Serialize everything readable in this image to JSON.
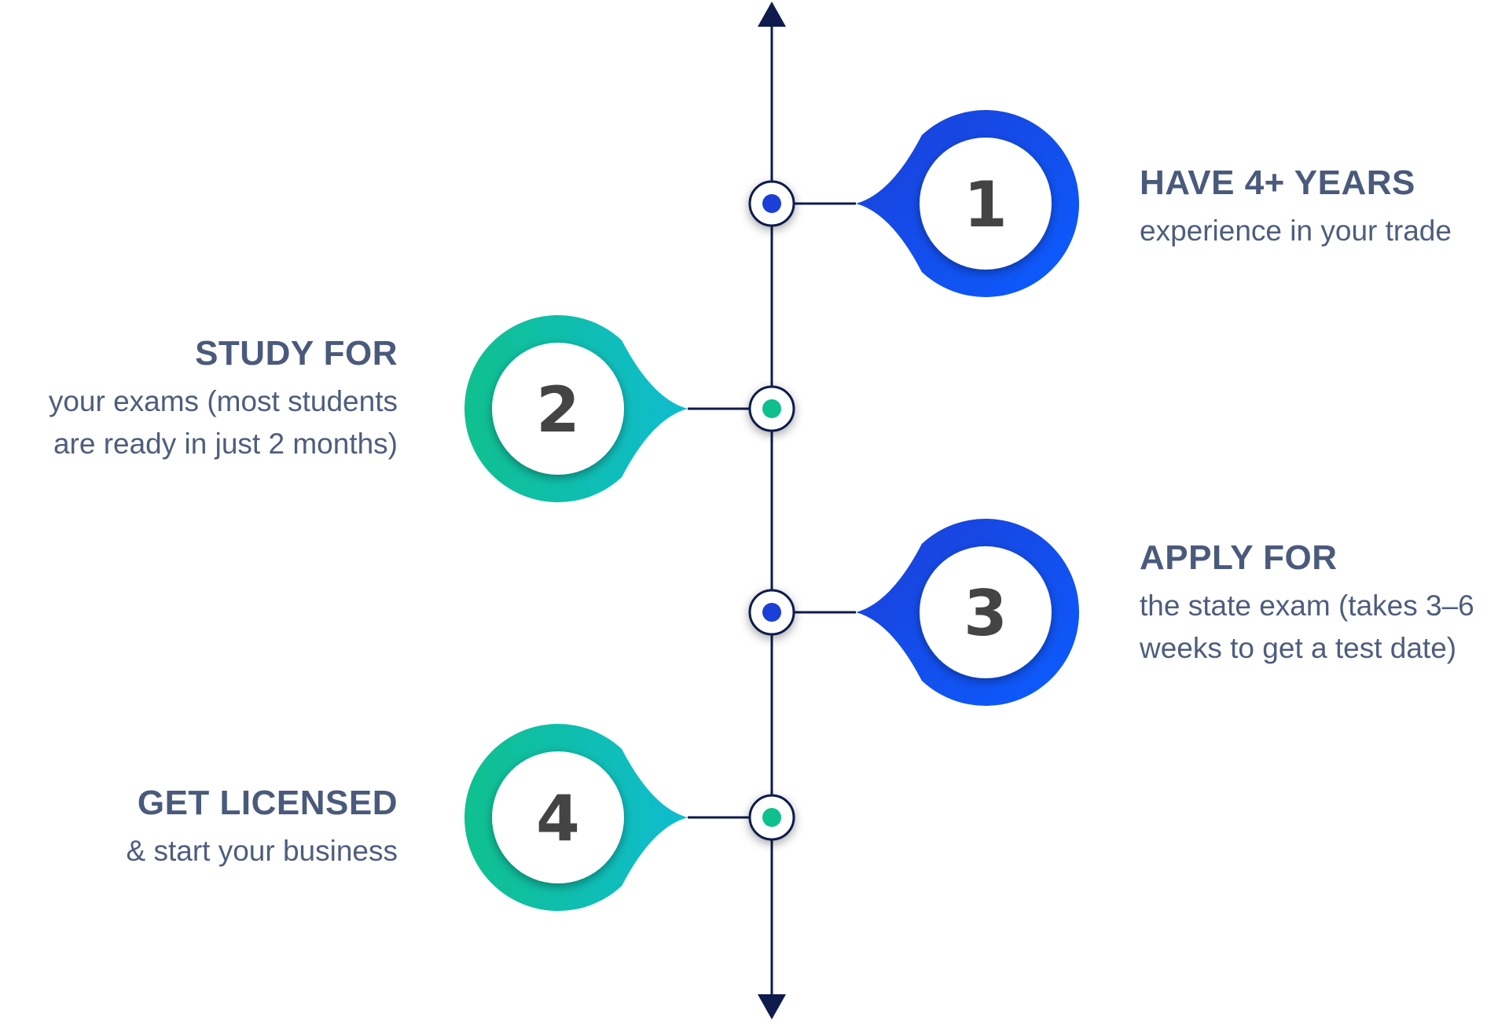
{
  "colors": {
    "axis": "#0f1b4c",
    "blue_dark": "#1c3fd8",
    "blue_light": "#0b5cff",
    "teal_start": "#0fc08f",
    "teal_end": "#0fbcd0",
    "number": "#444444",
    "text": "#4a5a7c"
  },
  "steps": [
    {
      "number": "1",
      "title": "HAVE 4+ YEARS",
      "description": [
        "experience in your trade"
      ],
      "side": "right",
      "color": "blue"
    },
    {
      "number": "2",
      "title": "STUDY FOR",
      "description": [
        "your exams (most students",
        "are ready in just 2 months)"
      ],
      "side": "left",
      "color": "teal"
    },
    {
      "number": "3",
      "title": "APPLY FOR",
      "description": [
        "the state exam (takes 3–6",
        "weeks to get a test date)"
      ],
      "side": "right",
      "color": "blue"
    },
    {
      "number": "4",
      "title": "GET LICENSED",
      "description": [
        "& start your business"
      ],
      "side": "left",
      "color": "teal"
    }
  ]
}
